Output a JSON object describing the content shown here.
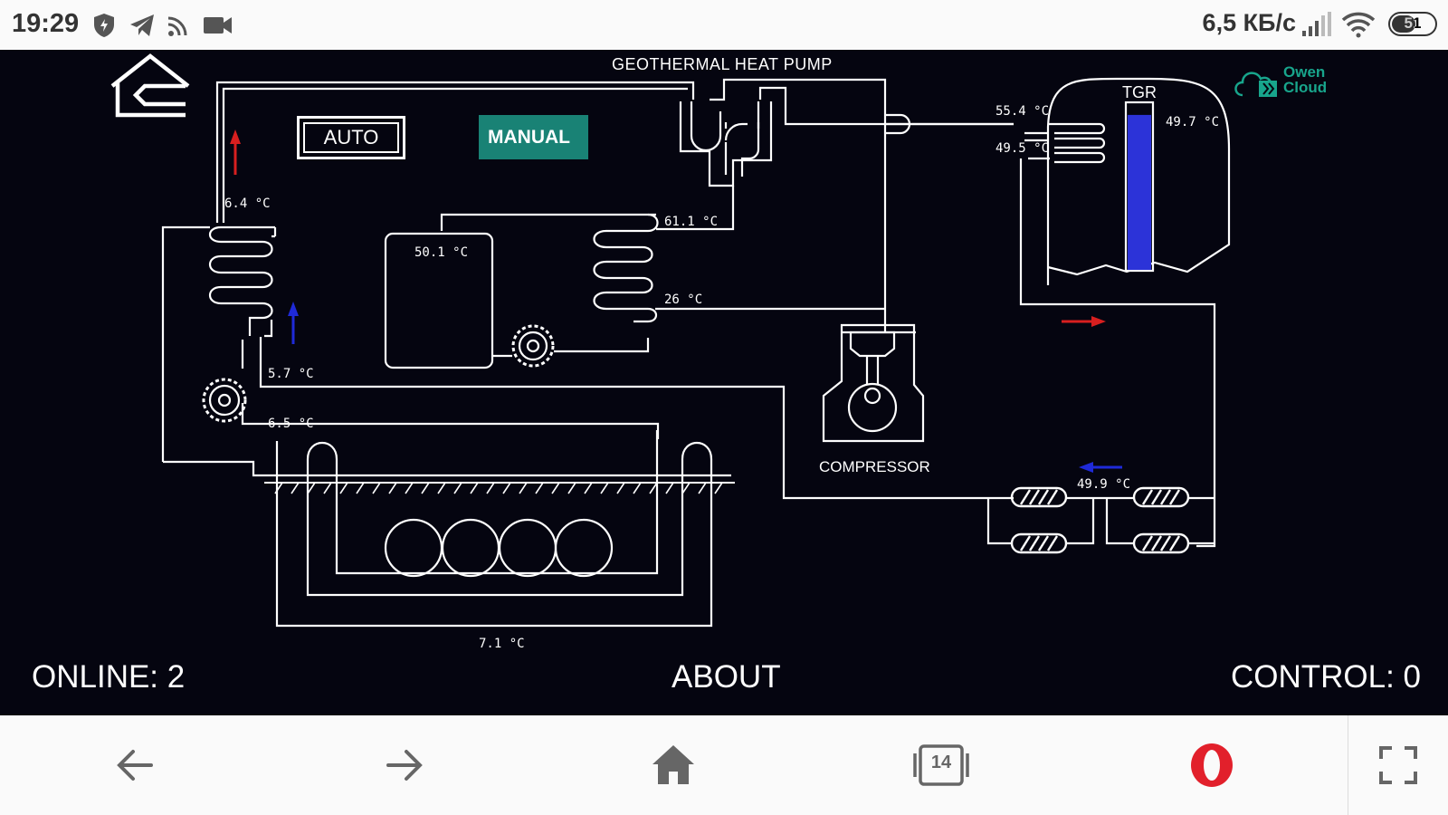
{
  "status_bar": {
    "time": "19:29",
    "net_speed": "6,5 КБ/с",
    "battery": "51"
  },
  "hmi": {
    "title": "GEOTHERMAL HEAT PUMP",
    "auto_label": "AUTO",
    "manual_label": "MANUAL",
    "compressor_label": "COMPRESSOR",
    "tank_label": "TGR",
    "brand": {
      "line1": "Owen",
      "line2": "Cloud"
    },
    "temps": {
      "t_6_4": "6.4 °C",
      "t_5_7": "5.7 °C",
      "t_6_5": "6.5 °C",
      "t_7_1": "7.1 °C",
      "t_50_1": "50.1 °C",
      "t_61_1": "61.1 °C",
      "t_26": "26 °C",
      "t_55_4": "55.4 °C",
      "t_49_5": "49.5 °C",
      "t_49_7": "49.7 °C",
      "t_49_9": "49.9 °C"
    },
    "tank_level": 0.93,
    "footer": {
      "online": "ONLINE: 2",
      "about": "ABOUT",
      "control": "CONTROL: 0"
    }
  },
  "navbar": {
    "tabs_count": "14"
  },
  "colors": {
    "manual_bg": "#198275",
    "tank_fill": "#2c33d8",
    "flow_red": "#d81f1f",
    "flow_blue": "#1f2ad8",
    "brand": "#18a58c"
  }
}
